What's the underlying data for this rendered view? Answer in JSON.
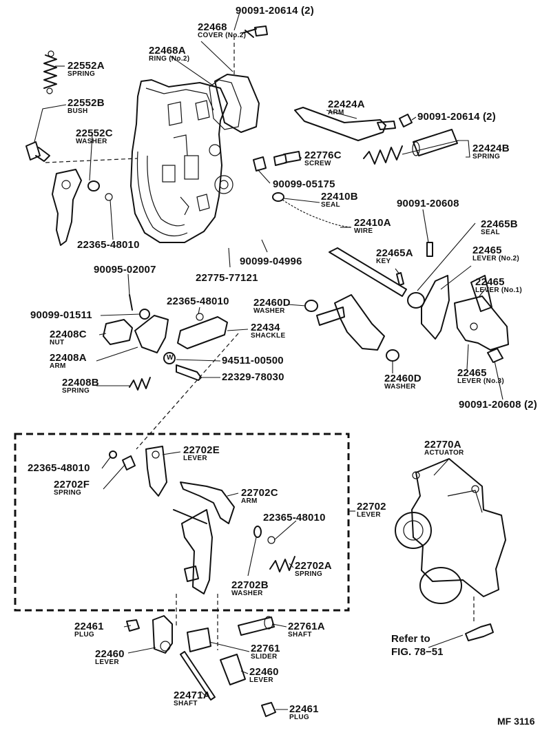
{
  "parts": [
    {
      "id": "p1",
      "number": "90091-20614 (2)",
      "name": ""
    },
    {
      "id": "p2",
      "number": "22468",
      "name": "COVER (No.2)"
    },
    {
      "id": "p3",
      "number": "22468A",
      "name": "RING (No.2)"
    },
    {
      "id": "p4",
      "number": "22552A",
      "name": "SPRING"
    },
    {
      "id": "p5",
      "number": "22552B",
      "name": "BUSH"
    },
    {
      "id": "p6",
      "number": "22552C",
      "name": "WASHER"
    },
    {
      "id": "p7",
      "number": "22424A",
      "name": "ARM"
    },
    {
      "id": "p8",
      "number": "90091-20614 (2)",
      "name": ""
    },
    {
      "id": "p9",
      "number": "22424B",
      "name": "SPRING"
    },
    {
      "id": "p10",
      "number": "22776C",
      "name": "SCREW"
    },
    {
      "id": "p11",
      "number": "90099-05175",
      "name": ""
    },
    {
      "id": "p12",
      "number": "22410B",
      "name": "SEAL"
    },
    {
      "id": "p13",
      "number": "22410A",
      "name": "WIRE"
    },
    {
      "id": "p14",
      "number": "90091-20608",
      "name": ""
    },
    {
      "id": "p15",
      "number": "22465B",
      "name": "SEAL"
    },
    {
      "id": "p16",
      "number": "22365-48010",
      "name": ""
    },
    {
      "id": "p17",
      "number": "90099-04996",
      "name": ""
    },
    {
      "id": "p18",
      "number": "22775-77121",
      "name": ""
    },
    {
      "id": "p19",
      "number": "22465A",
      "name": "KEY"
    },
    {
      "id": "p20",
      "number": "22465",
      "name": "LEVER (No.2)"
    },
    {
      "id": "p21",
      "number": "90095-02007",
      "name": ""
    },
    {
      "id": "p22",
      "number": "22465",
      "name": "LEVER (No.1)"
    },
    {
      "id": "p23",
      "number": "22365-48010",
      "name": ""
    },
    {
      "id": "p24",
      "number": "22460D",
      "name": "WASHER"
    },
    {
      "id": "p25",
      "number": "90099-01511",
      "name": ""
    },
    {
      "id": "p26",
      "number": "22434",
      "name": "SHACKLE"
    },
    {
      "id": "p27",
      "number": "22408C",
      "name": "NUT"
    },
    {
      "id": "p28",
      "number": "22408A",
      "name": "ARM"
    },
    {
      "id": "p29",
      "number": "94511-00500",
      "name": ""
    },
    {
      "id": "p30",
      "number": "22460D",
      "name": "WASHER"
    },
    {
      "id": "p31",
      "number": "22465",
      "name": "LEVER (No.3)"
    },
    {
      "id": "p32",
      "number": "22329-78030",
      "name": ""
    },
    {
      "id": "p33",
      "number": "22408B",
      "name": "SPRING"
    },
    {
      "id": "p34",
      "number": "90091-20608 (2)",
      "name": ""
    },
    {
      "id": "p35",
      "number": "22702E",
      "name": "LEVER"
    },
    {
      "id": "p36",
      "number": "22365-48010",
      "name": ""
    },
    {
      "id": "p37",
      "number": "22702F",
      "name": "SPRING"
    },
    {
      "id": "p38",
      "number": "22702C",
      "name": "ARM"
    },
    {
      "id": "p39",
      "number": "22702",
      "name": "LEVER"
    },
    {
      "id": "p40",
      "number": "22365-48010",
      "name": ""
    },
    {
      "id": "p41",
      "number": "22702A",
      "name": "SPRING"
    },
    {
      "id": "p42",
      "number": "22702B",
      "name": "WASHER"
    },
    {
      "id": "p43",
      "number": "22770A",
      "name": "ACTUATOR"
    },
    {
      "id": "p44",
      "number": "22461",
      "name": "PLUG"
    },
    {
      "id": "p45",
      "number": "22761A",
      "name": "SHAFT"
    },
    {
      "id": "p46",
      "number": "22460",
      "name": "LEVER"
    },
    {
      "id": "p47",
      "number": "22761",
      "name": "SLIDER"
    },
    {
      "id": "p48",
      "number": "22460",
      "name": "LEVER"
    },
    {
      "id": "p49",
      "number": "22471A",
      "name": "SHAFT"
    },
    {
      "id": "p50",
      "number": "22461",
      "name": "PLUG"
    }
  ],
  "reference": {
    "line1": "Refer to",
    "line2": "FIG. 78−51"
  },
  "figure_code": "MF 3116",
  "w_mark": "W"
}
